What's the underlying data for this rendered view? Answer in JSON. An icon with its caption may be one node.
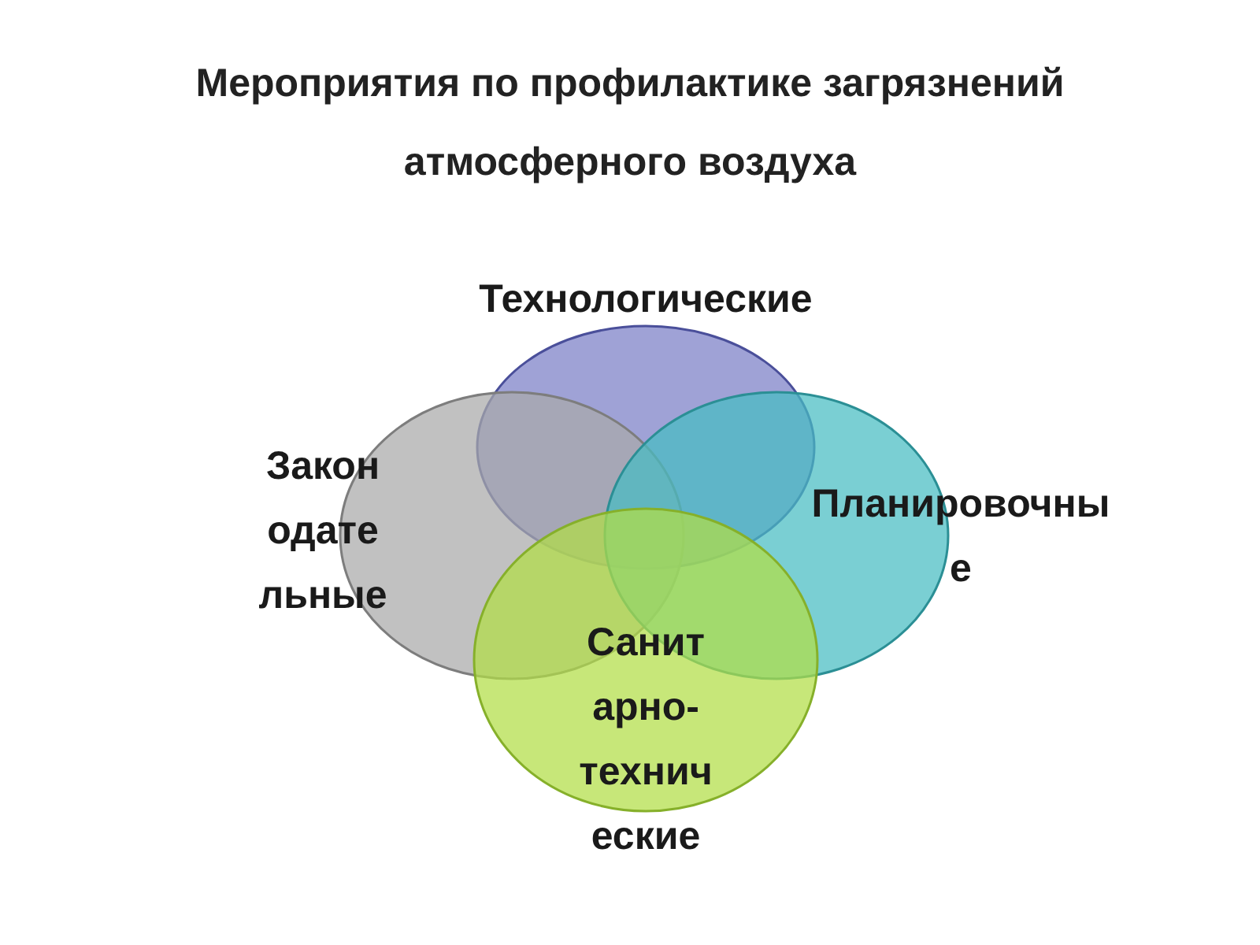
{
  "diagram": {
    "title": "Мероприятия по профилактике загрязнений атмосферного воздуха",
    "nodes": [
      {
        "text": [
          "Технологические"
        ]
      },
      {
        "text": [
          "Законодательные"
        ]
      },
      {
        "text": [
          "Планировочные"
        ]
      },
      {
        "text": [
          "Санитарно-технические"
        ]
      }
    ]
  }
}
